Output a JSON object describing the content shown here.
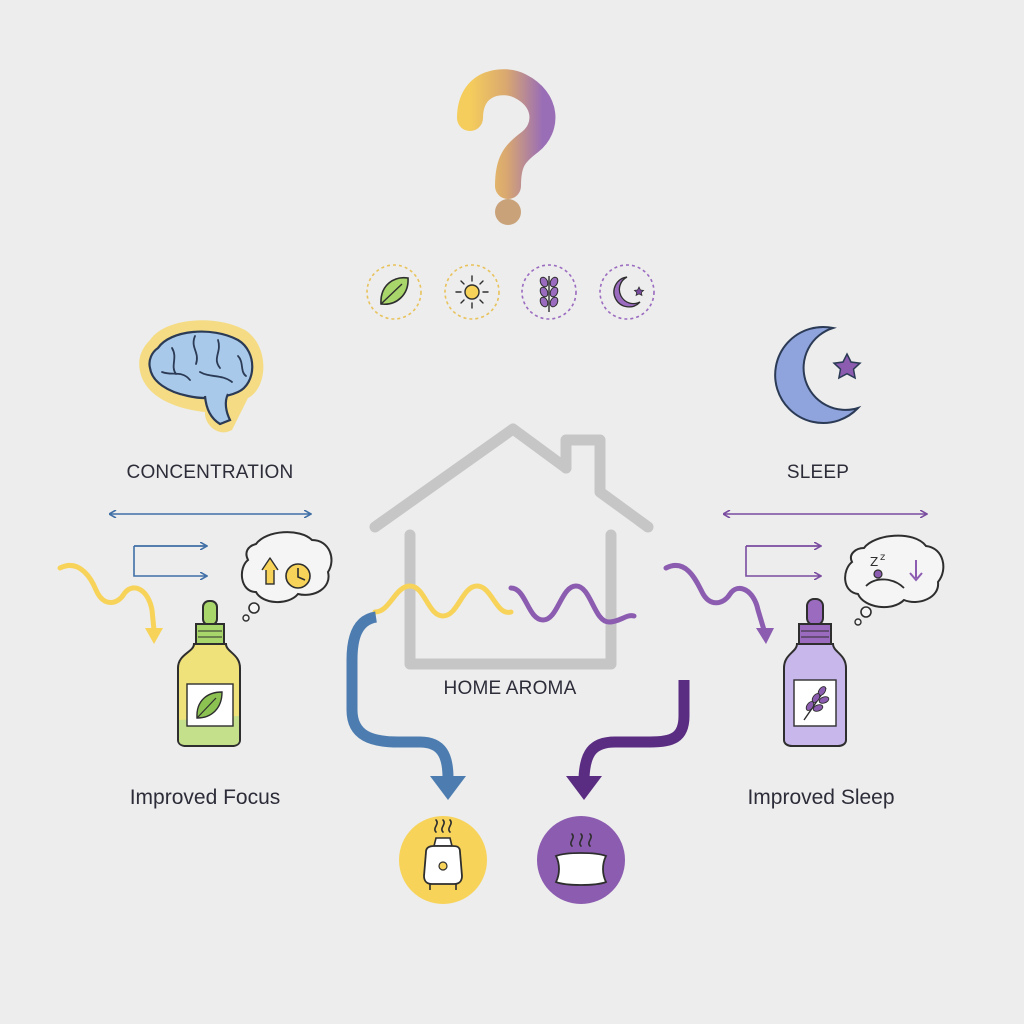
{
  "labels": {
    "concentration": "CONCENTRATION",
    "sleep": "SLEEP",
    "home": "HOME AROMA",
    "improved_focus": "Improved Focus",
    "improved_sleep": "Improved Sleep"
  },
  "icons": {
    "top": "question-mark-icon",
    "options": [
      "leaf-icon",
      "sun-icon",
      "lavender-icon",
      "moon-star-icon"
    ],
    "left_head": "brain-icon",
    "right_head": "crescent-moon-icon",
    "left_thought": "focus-clock-thought-icon",
    "right_thought": "sleeping-thought-icon",
    "left_bottle": "green-leaf-oil-bottle-icon",
    "right_bottle": "lavender-oil-bottle-icon",
    "diffuser": "diffuser-icon",
    "pillow": "pillow-icon"
  },
  "colors": {
    "background": "#ededed",
    "yellow": "#f7d35a",
    "purple": "#8b5cb0",
    "dark_purple": "#5a2d82",
    "blue": "#4d7db0",
    "green": "#a8d66a",
    "house_gray": "#c4c4c4"
  }
}
